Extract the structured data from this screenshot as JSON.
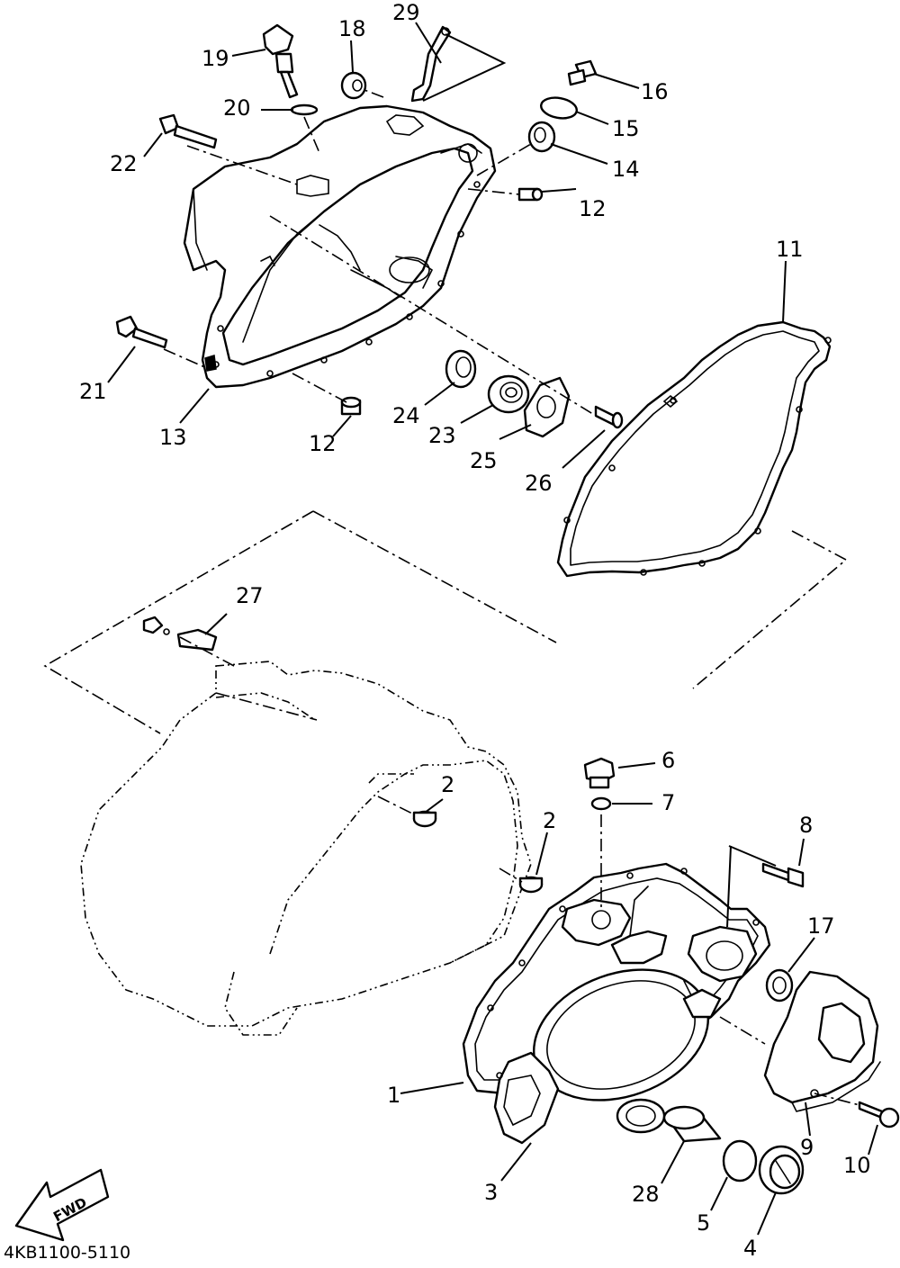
{
  "diagram": {
    "code": "4KB1100-5110",
    "fwd_label": "FWD",
    "callouts": {
      "c1": "1",
      "c2a": "2",
      "c2b": "2",
      "c3": "3",
      "c4": "4",
      "c5": "5",
      "c6": "6",
      "c7": "7",
      "c8": "8",
      "c9": "9",
      "c10": "10",
      "c11": "11",
      "c12a": "12",
      "c12b": "12",
      "c13": "13",
      "c14": "14",
      "c15": "15",
      "c16": "16",
      "c17": "17",
      "c18": "18",
      "c19": "19",
      "c20": "20",
      "c21": "21",
      "c22": "22",
      "c23": "23",
      "c24": "24",
      "c25": "25",
      "c26": "26",
      "c27": "27",
      "c28": "28",
      "c29": "29"
    }
  }
}
